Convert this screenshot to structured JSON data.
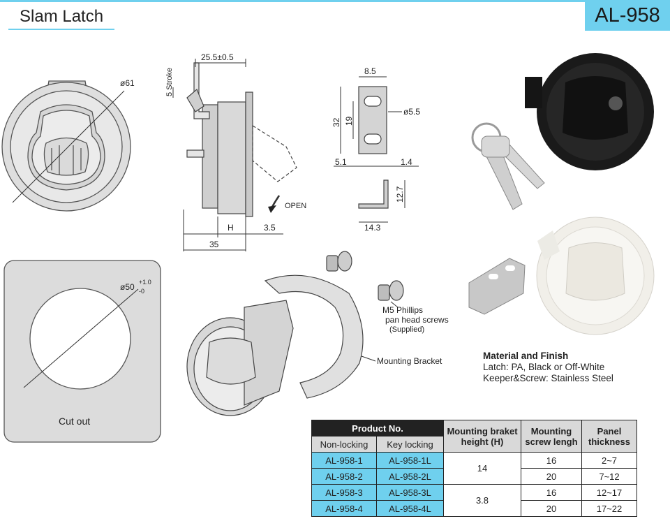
{
  "header": {
    "title": "Slam Latch",
    "model": "AL-958"
  },
  "dims": {
    "dia61": "ø61",
    "w25": "25.5±0.5",
    "stroke": "5 Stroke",
    "h": "H",
    "d35": "3.5",
    "d35b": "35",
    "open": "OPEN",
    "b85": "8.5",
    "b32": "32",
    "b19": "19",
    "b55": "ø5.5",
    "b51": "5.1",
    "b14": "1.4",
    "b127": "12.7",
    "b143": "14.3",
    "cut_dia": "ø50",
    "cut_tol_up": "+1.0",
    "cut_tol_dn": "-0",
    "cutout": "Cut out"
  },
  "callouts": {
    "screws_1": "M5 Phillips",
    "screws_2": "pan head screws",
    "screws_3": "(Supplied)",
    "bracket": "Mounting Bracket"
  },
  "material": {
    "heading": "Material and Finish",
    "latch": "Latch: PA, Black  or Off-White",
    "keeper": "Keeper&Screw: Stainless Steel"
  },
  "table": {
    "product_no": "Product No.",
    "col_nonlock": "Non-locking",
    "col_keylock": "Key locking",
    "col_height": [
      "Mounting braket",
      "height (H)"
    ],
    "col_screw": [
      "Mounting",
      "screw lengh"
    ],
    "col_panel": [
      "Panel",
      "thickness"
    ],
    "rows": [
      {
        "non": "AL-958-1",
        "key": "AL-958-1L",
        "screw": "16",
        "panel": "2~7"
      },
      {
        "non": "AL-958-2",
        "key": "AL-958-2L",
        "screw": "20",
        "panel": "7~12"
      },
      {
        "non": "AL-958-3",
        "key": "AL-958-3L",
        "screw": "16",
        "panel": "12~17"
      },
      {
        "non": "AL-958-4",
        "key": "AL-958-4L",
        "screw": "20",
        "panel": "17~22"
      }
    ],
    "height_groups": [
      "14",
      "3.8"
    ]
  },
  "colors": {
    "accent": "#6fd0ee",
    "part_grey": "#d9d9d9",
    "table_dark": "#222222"
  }
}
